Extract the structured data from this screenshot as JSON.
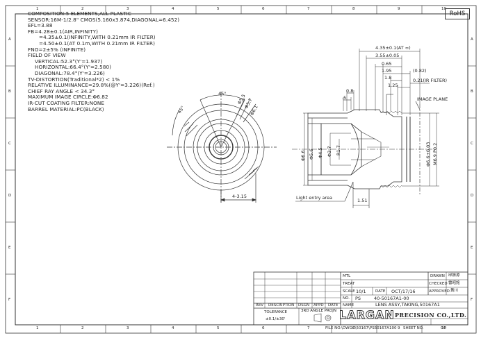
{
  "spec_lines": [
    "COMPOSITION:5 ELEMENTS,ALL PLASTIC",
    "SENSOR:16M-1/2.8\" CMOS(5.160x3.874,DIAGONAL=6.452)",
    "EFL=3.88",
    "FB=4.28±0.1(AIR,INFINITY)",
    "=4.35±0.1(INFINITY,WITH 0.21mm IR FILTER)",
    "=4.50±0.1(AT 0.1m,WITH 0.21mm IR FILTER)",
    "FNO=2±5% (INFINITE)",
    "FIELD OF VIEW",
    "VERTICAL:52.3°(Y'=1.937)",
    "HORIZONTAL:66.4°(Y'=2.580)",
    "DIAGONAL:78.4°(Y'=3.226)",
    "TV-DISTORTION(Traditional*2) < 1%",
    "RELATIVE ILLUMINANCE=29.8%(@Y'=3.226)(Ref.)",
    "CHIEF RAY ANGLE < 34.3°",
    "MAXIMUM IMAGE CIRCLE:Φ6.82",
    "IR-CUT COATING FILTER:NONE",
    "BARREL MATERIAL:PC(BLACK)"
  ],
  "rohs": "RoHS",
  "grid_top": [
    "1",
    "2",
    "3",
    "4",
    "5",
    "6",
    "7",
    "8",
    "9",
    "10"
  ],
  "grid_bottom": [
    "1",
    "2",
    "3",
    "4",
    "5",
    "6",
    "7",
    "8",
    "9",
    "10"
  ],
  "grid_left": [
    "A",
    "B",
    "C",
    "D",
    "E",
    "F"
  ],
  "grid_right": [
    "A",
    "B",
    "C",
    "D",
    "E",
    "F"
  ],
  "front_view": {
    "angle_top": "45°",
    "angle_left": "45°",
    "dia_a": "Φ5.5",
    "dia_b": "Φ5.7",
    "dia_c": "Φ6.1",
    "bottom_dim": "4-3.15"
  },
  "side_view": {
    "d_435": "4.35±0.1(AT ∞)",
    "d_355": "3.55±0.05",
    "d_065": "0.65",
    "d_195": "1.95",
    "d_082": "(0.82)",
    "d_18": "1.8",
    "d_021": "0.21(IR FILTER)",
    "d_125": "1.25",
    "d_08": "0.8",
    "d_05": ".5",
    "image_plane": "IMAGE PLANE",
    "dia_66": "Φ6.6",
    "dia_56": "Φ5.6",
    "dia_45": "Φ4.5",
    "dia_37": "Φ3.7",
    "r17": "R1.7",
    "dia_66b": "Φ6.6±0.03",
    "m69": "M6.9 P0.2",
    "light_entry": "Light entry area",
    "d_151": "1.51"
  },
  "title_block": {
    "mtl_label": "MTL",
    "treat_label": "TREAT",
    "scale_label": "SCALE",
    "scale_value": "10/1",
    "date_label": "DATE",
    "date_value": "OCT/17/16",
    "no_label": "NO.",
    "no_prefix": "PS",
    "no_value": "40-50167A1-00",
    "name_label": "NAME",
    "name_value": "LENS ASSY,TAKING,50167A1",
    "drawn_label": "DRAWN",
    "checked_label": "CHECKED",
    "approved_label": "APPROVED",
    "drawn_value": "邱振源",
    "checked_value": "雷昭銘",
    "approved_value": "黃川",
    "rev_label": "REV",
    "desc_label": "DESCRIPTION",
    "dsgn_label": "DSGN",
    "appd_label": "APPD",
    "rdate_label": "DATE",
    "tolerance_label": "TOLERANCE",
    "tolerance_value": "±0.1/±30'",
    "angle_label": "3RD ANGLE PROJN",
    "logo": "LARGAN",
    "company": "PRECISION CO.,LTD.",
    "file_no": "FILE NO.\\DWGC\\50167\\PS50167A100",
    "sheet_label": "SHEET NO.",
    "sheet_value": "OF"
  }
}
